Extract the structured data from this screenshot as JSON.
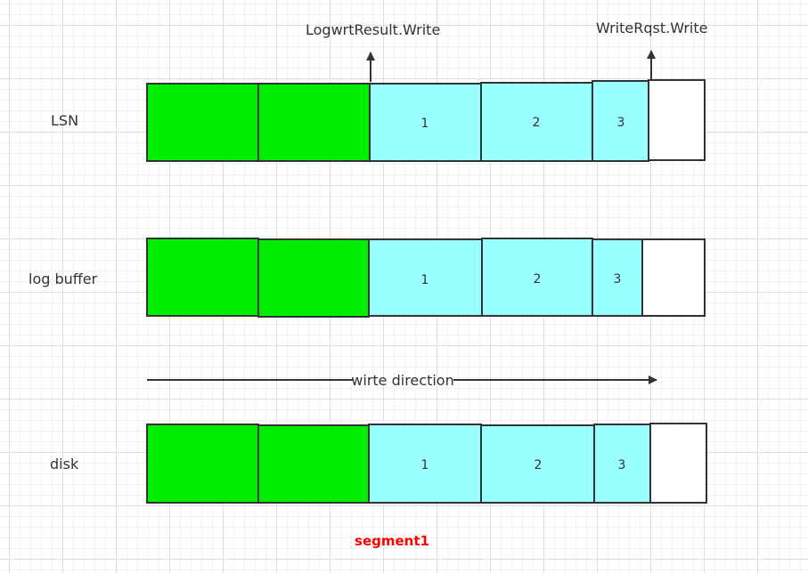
{
  "labels": {
    "lsn": "LSN",
    "log_buffer": "log buffer",
    "disk": "disk"
  },
  "pointers": {
    "logwrt_result": "LogwrtResult.Write",
    "write_rqst": "WriteRqst.Write"
  },
  "direction_label": "wirte direction",
  "segment_label": "segment1",
  "cells": {
    "c1": "1",
    "c2": "2",
    "c3": "3"
  },
  "colors": {
    "written": "#00ee00",
    "pending": "#99ffff",
    "empty": "#ffffff",
    "border": "#333333",
    "segment": "#ff0000"
  }
}
